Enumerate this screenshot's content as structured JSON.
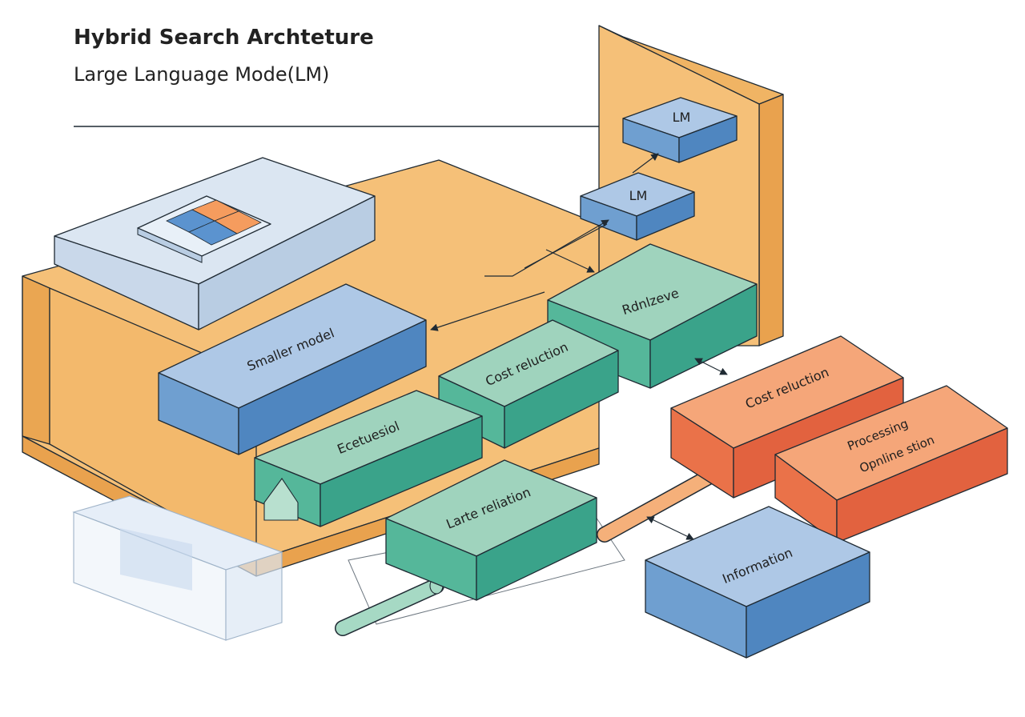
{
  "header": {
    "title": "Hybrid Search Archteture",
    "subtitle": "Large Language Mode(LM)"
  },
  "colors": {
    "orange_panel": "#f5c078",
    "blue_block": "#aec8e6",
    "blue_side": "#4f86c0",
    "green_block": "#9fd3bd",
    "green_side": "#3aa38a",
    "red_block": "#f28c5a",
    "red_side": "#e2623f",
    "tile_orange": "#f59c5e",
    "tile_blue": "#5b93cf"
  },
  "blocks": {
    "lm_top": "LM",
    "lm_mid": "LM",
    "retrieve": "Rdnlzeve",
    "smaller_model": "Smaller model",
    "cost_reduction_green": "Cost reluction",
    "external": "Ecetuesiol",
    "large_relation": "Larte reliation",
    "cost_reduction_red": "Cost reluction",
    "processing_line1": "Processing",
    "processing_line2": "Opnline stion",
    "information": "Information"
  }
}
